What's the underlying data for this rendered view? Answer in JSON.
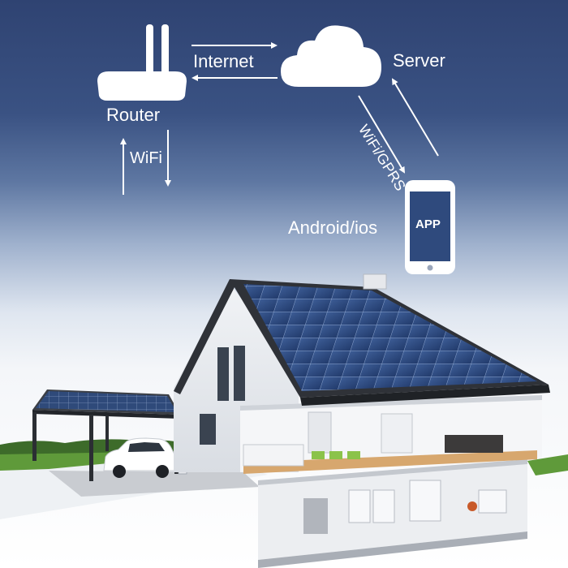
{
  "diagram": {
    "labels": {
      "internet": "Internet",
      "server": "Server",
      "router": "Router",
      "wifi": "WiFi",
      "wifi_gprs": "WiFi/GPRS",
      "android_ios": "Android/ios",
      "app": "APP"
    },
    "colors": {
      "sky_top": "#2f4372",
      "sky_bottom": "#ffffff",
      "device_white": "#ffffff",
      "solar_panel": "#2c4a82",
      "grass": "#5f9a3a"
    },
    "icons": [
      "router-icon",
      "cloud-icon",
      "smartphone-icon",
      "house-illustration",
      "carport-illustration",
      "car-illustration"
    ]
  }
}
